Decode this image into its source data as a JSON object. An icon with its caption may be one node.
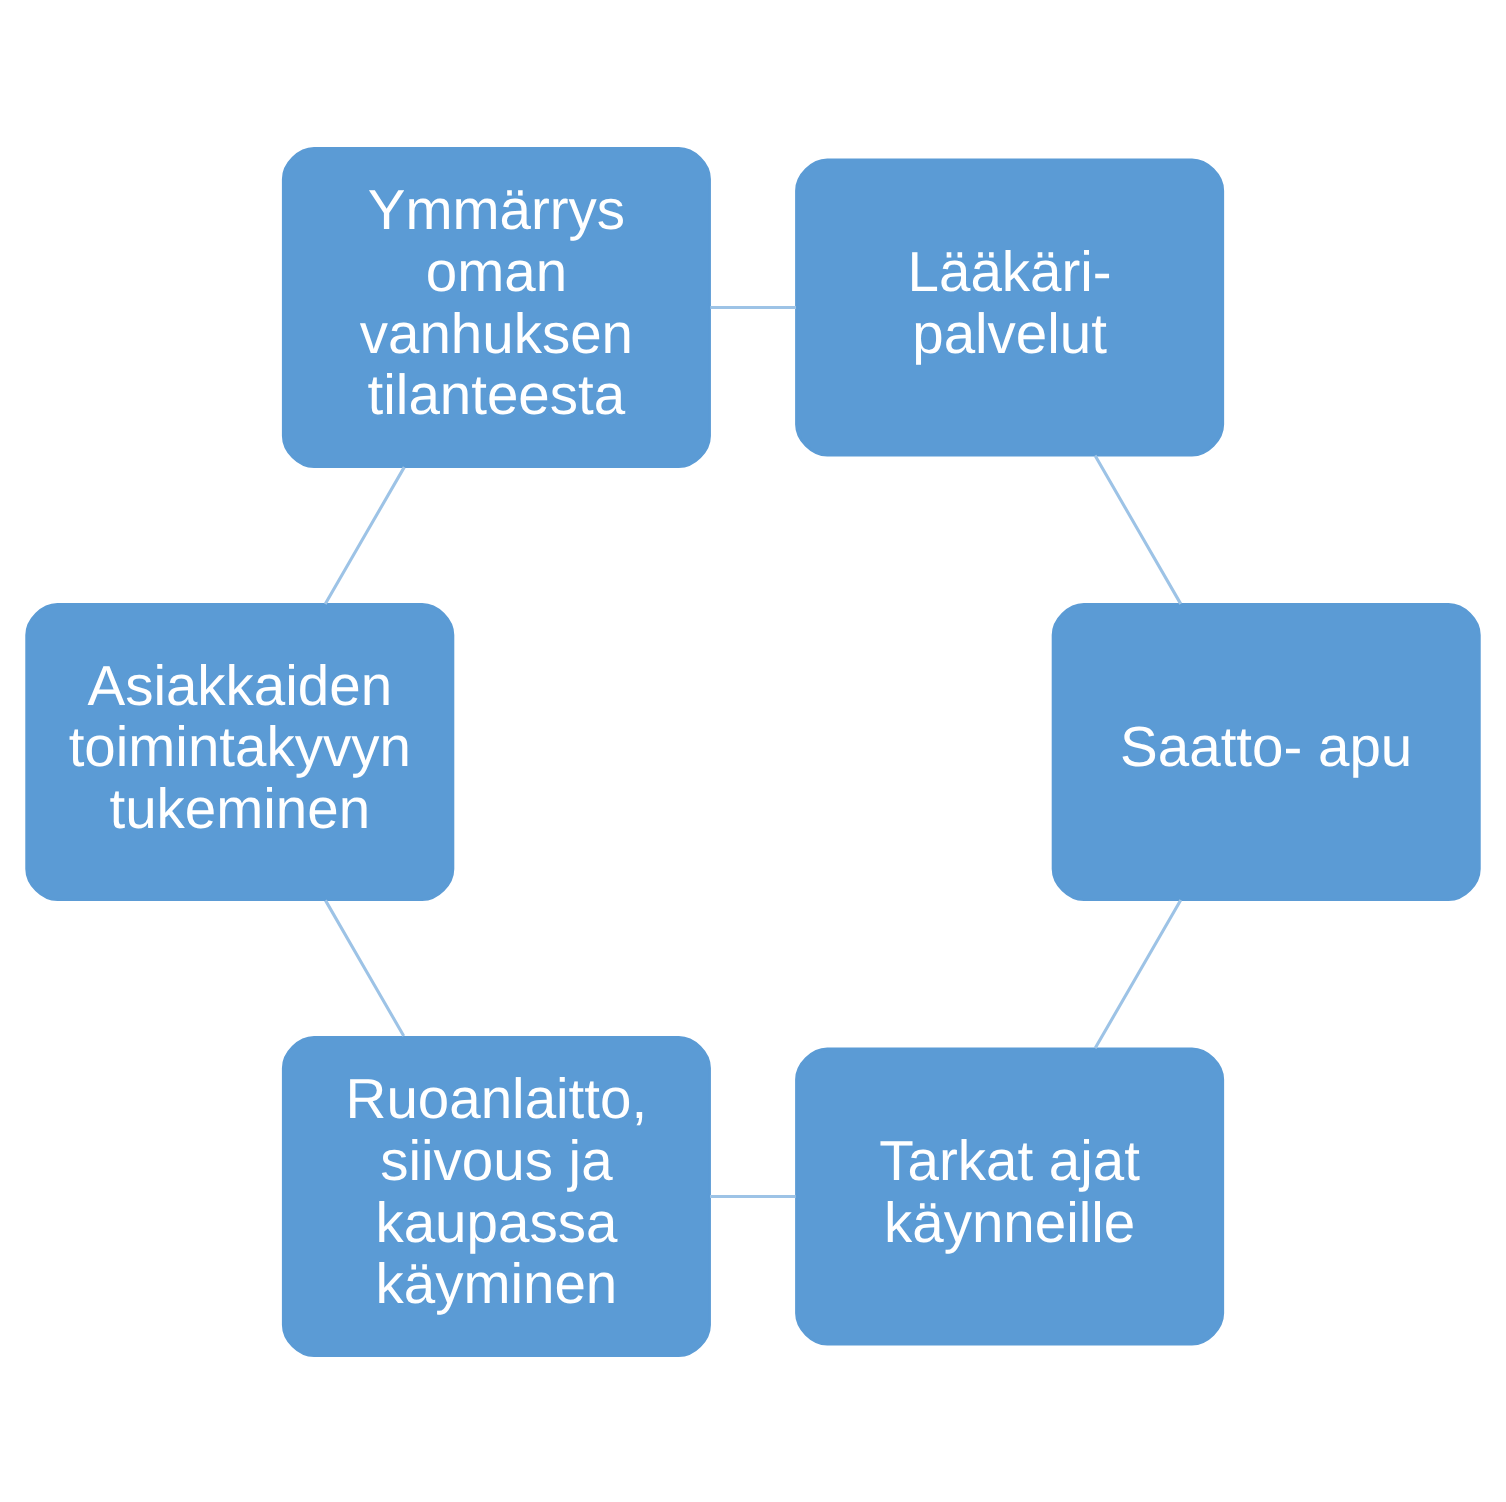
{
  "diagram": {
    "nodes": [
      {
        "text": [
          "Tarkat ajat käynneille"
        ]
      },
      {
        "text": [
          "Ruoanlaitto, siivous ja kaupassa käyminen"
        ]
      },
      {
        "text": [
          "Asiakkaiden toimintakyvyn tukeminen"
        ]
      },
      {
        "text": [
          "Ymmärrys oman vanhuksen tilanteesta"
        ]
      },
      {
        "text": [
          "Lääkäri- palvelut"
        ]
      },
      {
        "text": [
          "Saatto- apu"
        ]
      }
    ],
    "edges": [
      {
        "from": 0,
        "to": 1,
        "arrow": "none"
      },
      {
        "from": 1,
        "to": 2,
        "arrow": "none"
      },
      {
        "from": 2,
        "to": 3,
        "arrow": "none"
      },
      {
        "from": 3,
        "to": 4,
        "arrow": "none"
      },
      {
        "from": 4,
        "to": 5,
        "arrow": "none"
      },
      {
        "from": 5,
        "to": 0,
        "arrow": "none"
      }
    ]
  }
}
